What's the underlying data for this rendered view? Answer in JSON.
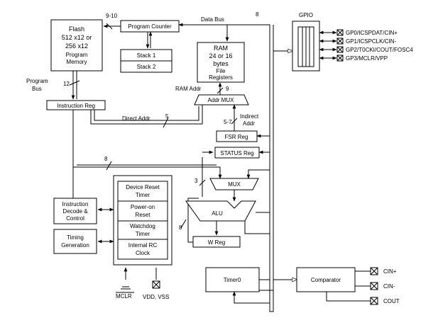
{
  "blocks": {
    "flash": {
      "lines": [
        "Flash",
        "512 x12 or",
        "256 x12",
        "Program",
        "Memory"
      ]
    },
    "program_counter": "Program Counter",
    "stack1": "Stack 1",
    "stack2": "Stack 2",
    "ram": {
      "lines": [
        "RAM",
        "24 or 16",
        "bytes",
        "File",
        "Registers"
      ]
    },
    "gpio": "GPIO",
    "instruction_reg": "Instruction Reg",
    "addr_mux": "Addr MUX",
    "fsr_reg": "FSR Reg",
    "status_reg": "STATUS Reg",
    "instruction_decode": {
      "lines": [
        "Instruction",
        "Decode &",
        "Control"
      ]
    },
    "timing_generation": {
      "lines": [
        "Timing",
        "Generation"
      ]
    },
    "device_reset_timer": {
      "lines": [
        "Device Reset",
        "Timer"
      ]
    },
    "power_on_reset": {
      "lines": [
        "Power-on",
        "Reset"
      ]
    },
    "watchdog_timer": {
      "lines": [
        "Watchdog",
        "Timer"
      ]
    },
    "internal_rc_clock": {
      "lines": [
        "Internal RC",
        "Clock"
      ]
    },
    "mux": "MUX",
    "alu": "ALU",
    "w_reg": "W Reg",
    "timer0": "Timer0",
    "comparator": "Comparator"
  },
  "labels": {
    "pc_width": "9-10",
    "data_bus": "Data Bus",
    "data_bus_width": "8",
    "program_bus": [
      "Program",
      "Bus"
    ],
    "program_bus_width": "12",
    "ram_addr": "RAM Addr",
    "ram_addr_width": "9",
    "direct_addr": "Direct Addr",
    "direct_addr_width": "5",
    "indirect_addr": [
      "Indirect",
      "Addr"
    ],
    "indirect_addr_width": "5-7",
    "instr_literal_width": "8",
    "status_mux_width": "3",
    "w_bus_width": "8",
    "mclr": "MCLR",
    "vdd_vss": "VDD, VSS"
  },
  "pins": {
    "gpio": [
      "GP0/ICSPDAT/CIN+",
      "GP1/ICSPCLK/CIN-",
      "GP2/T0CKI/COUT/FOSC4",
      "GP3/MCLR/VPP"
    ],
    "comparator": [
      "CIN+",
      "CIN-",
      "COUT"
    ]
  },
  "colors": {
    "line": "#000000",
    "background": "#ffffff"
  }
}
